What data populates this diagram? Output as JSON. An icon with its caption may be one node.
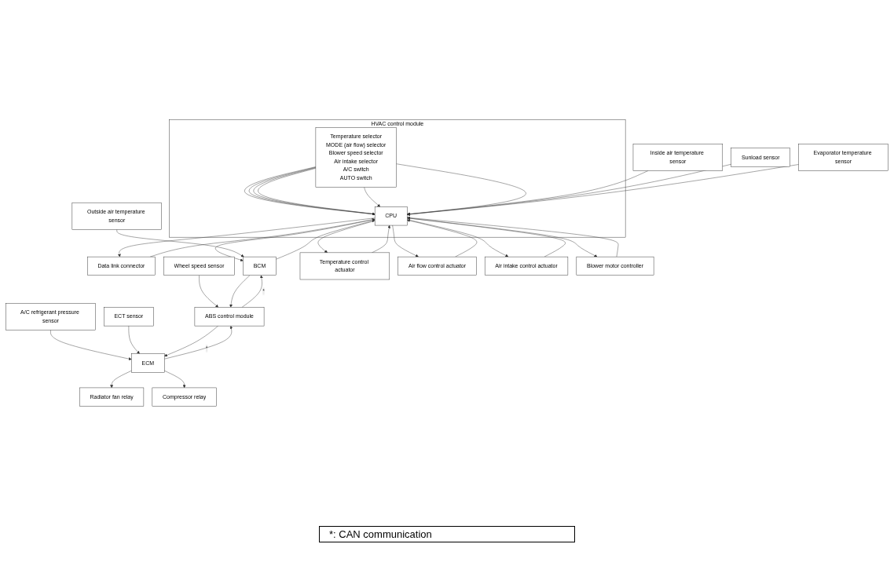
{
  "diagram": {
    "nodes": [
      {
        "text": [
          "HVAC control module"
        ]
      },
      {
        "text": [
          "CPU"
        ],
        "in": 0
      },
      {
        "text": [
          "Temperature selector",
          "MODE (air flow) selector",
          "Blower speed selector",
          "Air intake selector",
          "A/C switch",
          "AUTO switch"
        ],
        "in": 0
      },
      {
        "text": [
          "Data link connector"
        ]
      },
      {
        "text": [
          "A/C refrigerant pressure sensor"
        ]
      },
      {
        "text": [
          "Radiator fan relay"
        ]
      },
      {
        "text": [
          "ECT sensor"
        ]
      },
      {
        "text": [
          "Compressor relay"
        ]
      },
      {
        "text": [
          "ECM"
        ]
      },
      {
        "text": [
          "ABS control module"
        ]
      },
      {
        "text": [
          "Wheel speed sensor"
        ]
      },
      {
        "text": [
          "BCM"
        ]
      },
      {
        "text": [
          "Outside air temperature sensor"
        ]
      },
      {
        "text": [
          "Temperature control actuator"
        ]
      },
      {
        "text": [
          "Air flow control actuator"
        ]
      },
      {
        "text": [
          "Air intake control actuator"
        ]
      },
      {
        "text": [
          "Blower motor controller"
        ]
      },
      {
        "text": [
          "Inside air temperature sensor"
        ]
      },
      {
        "text": [
          "Sunload sensor"
        ]
      },
      {
        "text": [
          "Evaporator temperature sensor"
        ]
      }
    ],
    "edges": [
      {
        "from": 3,
        "to": 1,
        "arrow": "to"
      },
      {
        "from": 1,
        "to": 3,
        "arrow": "to"
      },
      {
        "from": 4,
        "to": 8,
        "arrow": "to"
      },
      {
        "from": 6,
        "to": 8,
        "arrow": "to"
      },
      {
        "from": 8,
        "to": 5,
        "arrow": "to"
      },
      {
        "from": 8,
        "to": 7,
        "arrow": "to"
      },
      {
        "from": 8,
        "to": 9,
        "arrow": "to",
        "label": "*"
      },
      {
        "from": 9,
        "to": 8,
        "arrow": "to"
      },
      {
        "from": 10,
        "to": 9,
        "arrow": "to"
      },
      {
        "from": 9,
        "to": 11,
        "arrow": "to",
        "label": "*"
      },
      {
        "from": 11,
        "to": 9,
        "arrow": "to"
      },
      {
        "from": 1,
        "to": 11,
        "arrow": "to"
      },
      {
        "from": 11,
        "to": 1,
        "arrow": "to"
      },
      {
        "from": 12,
        "to": 11,
        "arrow": "to"
      },
      {
        "from": 2,
        "to": 1,
        "arrow": "to"
      },
      {
        "from": 2,
        "to": 1,
        "arrow": "to"
      },
      {
        "from": 2,
        "to": 1,
        "arrow": "to"
      },
      {
        "from": 2,
        "to": 1,
        "arrow": "to"
      },
      {
        "from": 2,
        "to": 1,
        "arrow": "to"
      },
      {
        "from": 2,
        "to": 1,
        "arrow": "to"
      },
      {
        "from": 1,
        "to": 13,
        "arrow": "to"
      },
      {
        "from": 13,
        "to": 1,
        "arrow": "to"
      },
      {
        "from": 1,
        "to": 14,
        "arrow": "to"
      },
      {
        "from": 14,
        "to": 1,
        "arrow": "to"
      },
      {
        "from": 1,
        "to": 15,
        "arrow": "to"
      },
      {
        "from": 15,
        "to": 1,
        "arrow": "to"
      },
      {
        "from": 1,
        "to": 16,
        "arrow": "to"
      },
      {
        "from": 16,
        "to": 1,
        "arrow": "to"
      },
      {
        "from": 17,
        "to": 1,
        "arrow": "to"
      },
      {
        "from": 18,
        "to": 1,
        "arrow": "to"
      },
      {
        "from": 19,
        "to": 1,
        "arrow": "to"
      }
    ],
    "labels": [
      "*: CAN communication"
    ]
  }
}
